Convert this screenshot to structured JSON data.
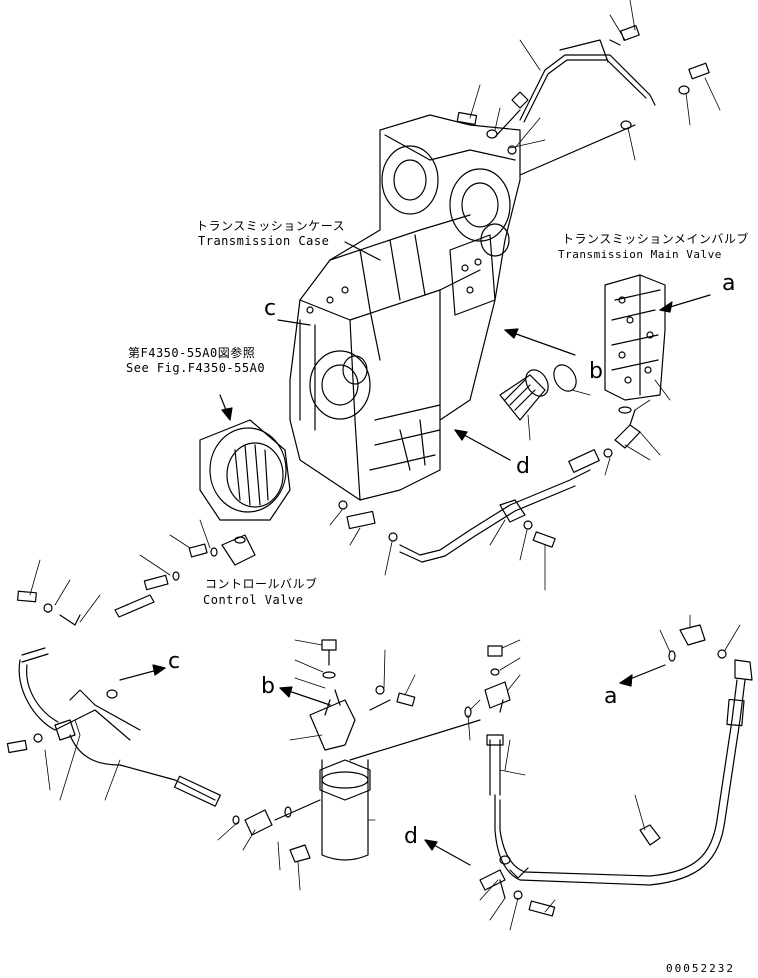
{
  "labels": {
    "transmission_case_ja": "トランスミッションケース",
    "transmission_case_en": "Transmission Case",
    "main_valve_ja": "トランスミッションメインバルブ",
    "main_valve_en": "Transmission Main Valve",
    "see_fig_ja": "第F4350-55A0図参照",
    "see_fig_en": "See Fig.F4350-55A0",
    "control_valve_ja": "コントロールバルブ",
    "control_valve_en": "Control Valve"
  },
  "callouts": {
    "a_top": "a",
    "b_top": "b",
    "c_top": "c",
    "d_top": "d",
    "a_bottom": "a",
    "b_bottom": "b",
    "c_bottom": "c",
    "d_bottom": "d"
  },
  "document_number": "00052232"
}
